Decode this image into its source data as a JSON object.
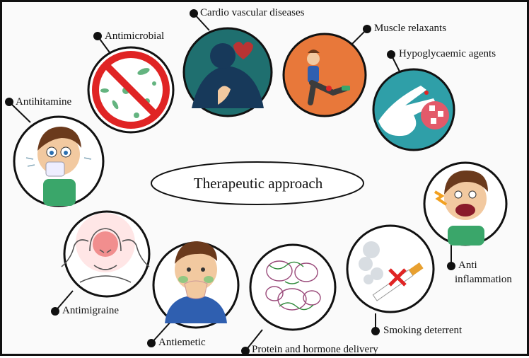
{
  "title": "Therapeutic approach",
  "labels": {
    "antimicrobial": "Antimicrobial",
    "cardio": "Cardio vascular diseases",
    "muscle": "Muscle relaxants",
    "hypo": "Hypoglycaemic agents",
    "antihist": "Antihitamine",
    "antiinflam_line1": "Anti",
    "antiinflam_line2": "inflammation",
    "antimigraine": "Antimigraine",
    "antiemetic": "Antiemetic",
    "protein": "Protein and hormone delivery",
    "smoking": "Smoking deterrent"
  },
  "colors": {
    "border": "#111111",
    "prohibit_red": "#e02424",
    "cardio_bg": "#1f6f6f",
    "muscle_bg": "#e8783a",
    "hypo_bg": "#2f9fa8",
    "skin": "#f2c9a0",
    "hair": "#6b3a1c",
    "shirt_green": "#3aa66a"
  }
}
